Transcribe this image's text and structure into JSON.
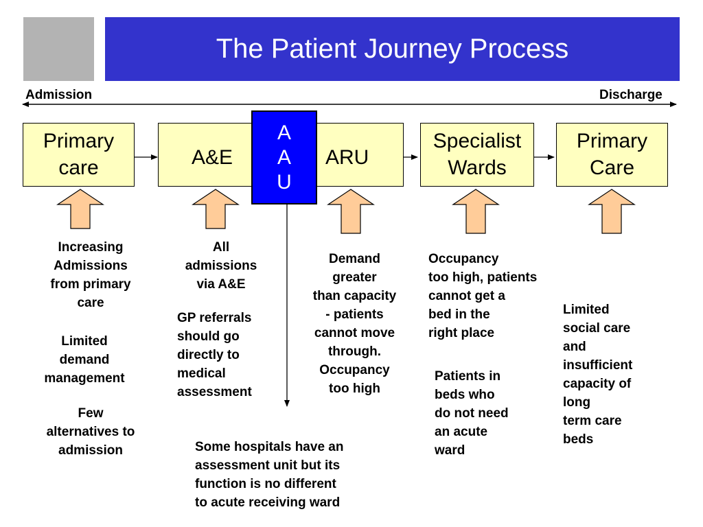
{
  "title": "The Patient Journey Process",
  "timeline": {
    "start_label": "Admission",
    "end_label": "Discharge"
  },
  "stages": {
    "primary_care_1": "Primary\ncare",
    "ae": "A&E",
    "aau": [
      "A",
      "A",
      "U"
    ],
    "aru": "ARU",
    "specialist_wards": "Specialist\nWards",
    "primary_care_2": "Primary\nCare"
  },
  "notes": {
    "primary_care_1": [
      "Increasing\nAdmissions\nfrom primary\ncare",
      "Limited\ndemand\nmanagement",
      "Few\nalternatives to\nadmission"
    ],
    "ae": [
      "All\nadmissions\nvia A&E",
      "GP referrals\nshould go\ndirectly to\nmedical\nassessment"
    ],
    "aru": "Demand\ngreater\nthan capacity\n- patients\ncannot move\nthrough.\nOccupancy\ntoo high",
    "specialist_wards": [
      "Occupancy\ntoo high, patients\ncannot get a\nbed in the\nright place",
      "Patients in\nbeds who\ndo not need\nan acute\nward"
    ],
    "primary_care_2": "Limited\nsocial care\nand\ninsufficient\ncapacity of\nlong\nterm care\nbeds",
    "assessment_unit": "Some hospitals have an\nassessment unit but its\nfunction is no different\nto acute receiving ward"
  },
  "colors": {
    "title_bar": "#3333cc",
    "accent_square": "#b3b3b3",
    "stage_box": "#ffffc0",
    "aau_box": "#0000ff",
    "up_arrow": "#ffcc99"
  }
}
